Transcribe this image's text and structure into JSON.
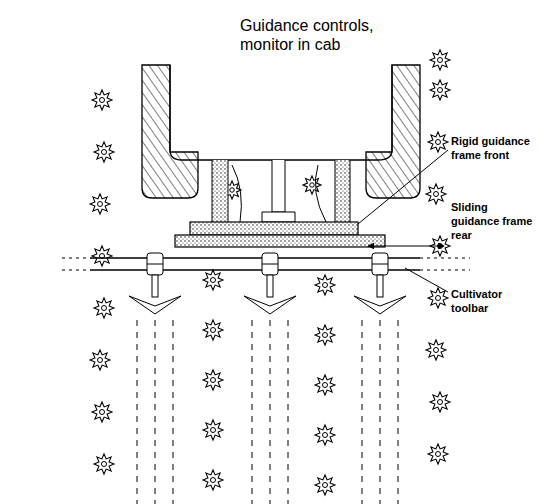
{
  "diagram": {
    "labels": [
      "Guidance controls, monitor in cab",
      "Rigid guidance frame front",
      "Sliding guidance frame rear",
      "Cultivator toolbar"
    ]
  }
}
